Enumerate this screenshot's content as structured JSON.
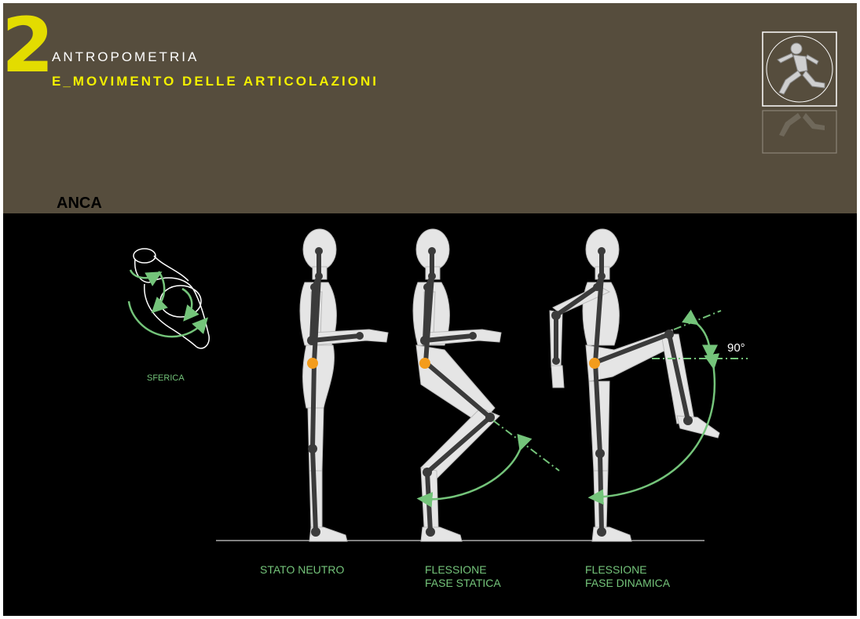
{
  "header": {
    "number": "2",
    "title": "ANTROPOMETRIA",
    "subtitle": "E_MOVIMENTO DELLE ARTICOLAZIONI",
    "section": "ANCA",
    "logo_icon": "running-figure-icon"
  },
  "diagram": {
    "joint_label": "SFERICA",
    "angle_label": "90°",
    "poses": [
      {
        "line1": "STATO NEUTRO",
        "line2": ""
      },
      {
        "line1": "FLESSIONE",
        "line2": "FASE STATICA"
      },
      {
        "line1": "FLESSIONE",
        "line2": "FASE DINAMICA"
      }
    ],
    "colors": {
      "background": "#000000",
      "header": "#564d3d",
      "accent_yellow": "#f2ef00",
      "arrow_green": "#74c47a",
      "hip_joint": "#f39c1c",
      "body": "#e5e5e5",
      "skeleton": "#3b3b3b"
    }
  }
}
